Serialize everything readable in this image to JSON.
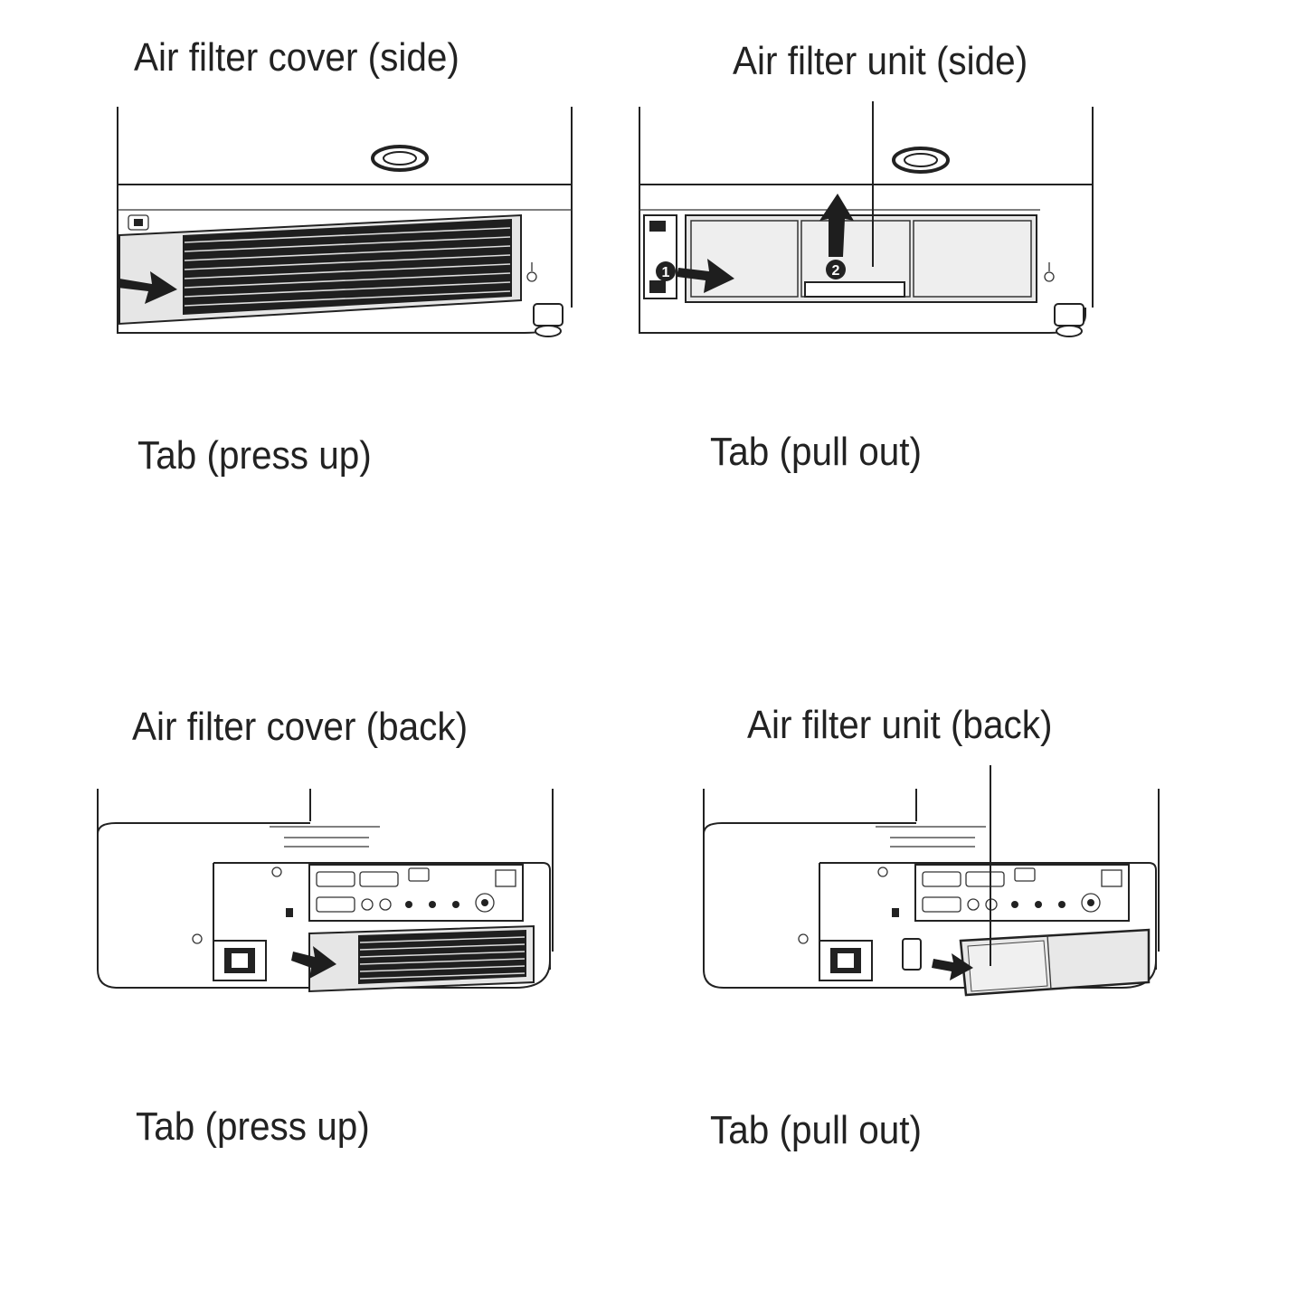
{
  "labels": {
    "side_cover_title": "Air filter cover (side)",
    "side_cover_tab": "Tab (press up)",
    "side_unit_title": "Air filter unit (side)",
    "side_unit_tab": "Tab (pull out)",
    "back_cover_title": "Air filter cover (back)",
    "back_cover_tab": "Tab (press up)",
    "back_unit_title": "Air filter unit (back)",
    "back_unit_tab": "Tab (pull out)"
  },
  "step_markers": [
    "1",
    "2"
  ],
  "icons": [
    "arrow-icon",
    "lock-icon",
    "vent-dial-icon",
    "port-icon",
    "power-inlet-icon"
  ]
}
